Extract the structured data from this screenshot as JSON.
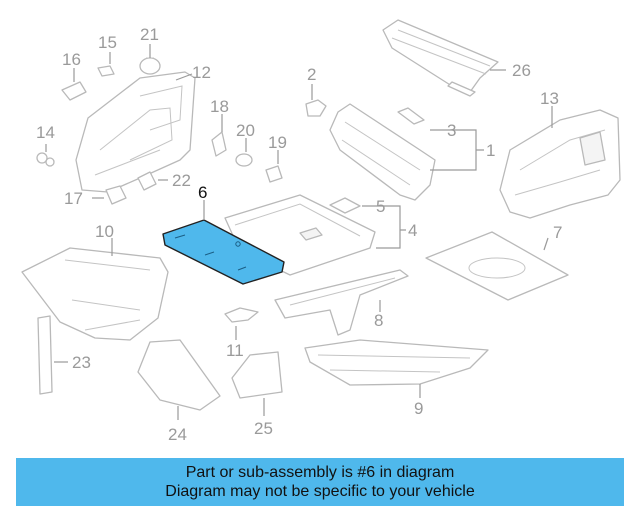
{
  "colors": {
    "highlight": "#4fb8ec",
    "banner": "#4fb8ec",
    "part_outline": "#b9b9b9",
    "callout_text": "#9a9a9a",
    "highlight_outline": "#222222"
  },
  "diagram": {
    "highlighted_part": "6",
    "callouts": [
      "1",
      "2",
      "3",
      "4",
      "5",
      "6",
      "7",
      "8",
      "9",
      "10",
      "11",
      "12",
      "13",
      "14",
      "15",
      "16",
      "17",
      "18",
      "19",
      "20",
      "21",
      "22",
      "23",
      "24",
      "25",
      "26"
    ]
  },
  "banner": {
    "line1": "Part or sub-assembly is #6 in diagram",
    "line2": "Diagram may not be specific to your vehicle"
  }
}
